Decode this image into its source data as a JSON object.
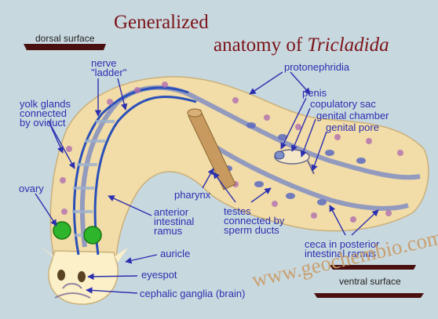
{
  "title": {
    "line1": "Generalized",
    "line2_prefix": "anatomy of ",
    "line2_italic": "Tricladida"
  },
  "surfaces": {
    "dorsal": "dorsal surface",
    "ventral": "ventral surface"
  },
  "labels": {
    "nerve_ladder": "nerve\n\"ladder\"",
    "protonephridia": "protonephridia",
    "yolk_glands": "yolk glands\nconnected\nby oviduct",
    "penis": "penis",
    "copulatory_sac": "copulatory sac",
    "genital_chamber": "genital chamber",
    "genital_pore": "genital pore",
    "ovary": "ovary",
    "pharynx": "pharynx",
    "anterior_ramus": "anterior\nintestinal\nramus",
    "testes": "testes\nconnected by\nsperm ducts",
    "ceca": "ceca in posterior\nintestinal ramus",
    "auricle": "auricle",
    "eyespot": "eyespot",
    "cephalic_ganglia": "cephalic ganglia (brain)"
  },
  "watermark": "www.geochembio.com",
  "colors": {
    "background": "#c8d8df",
    "title": "#7a1418",
    "label": "#2b2fb0",
    "body": "#f2dca8",
    "gut": "#6a7ec8",
    "nerve": "#2a50b8",
    "ovary": "#2fb52c",
    "watermark": "#c9a070"
  }
}
